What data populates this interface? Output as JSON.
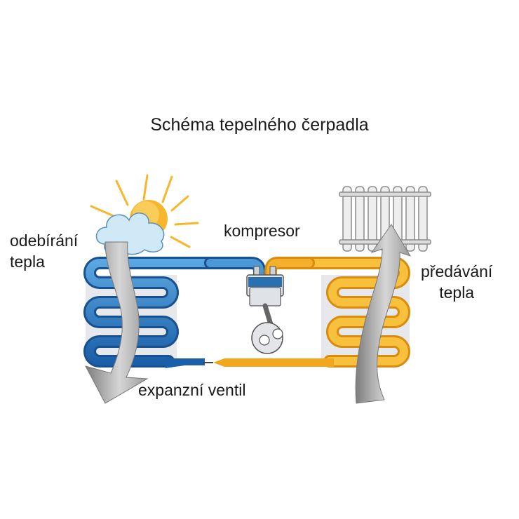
{
  "title": "Schéma tepelného čerpadla",
  "labels": {
    "odebirani_line1": "odebírání",
    "odebirani_line2": "tepla",
    "predavani_line1": "předávání",
    "predavani_line2": "tepla",
    "kompresor": "kompresor",
    "expanzni_ventil": "expanzní ventil"
  },
  "colors": {
    "cold_pipe": "#2f7fc8",
    "cold_pipe_dark": "#1b5fa8",
    "hot_pipe": "#f2a81e",
    "hot_pipe_light": "#f7c64a",
    "arrow_gray": "#a8a8a8",
    "panel_gray": "#e6e7ea",
    "sun": "#f6b72c",
    "cloud": "#c9e6f5",
    "piston": "#2a6fb0"
  },
  "icons": [
    "sun-icon",
    "cloud-icon",
    "radiator-icon",
    "compressor-icon",
    "expansion-valve-icon"
  ]
}
